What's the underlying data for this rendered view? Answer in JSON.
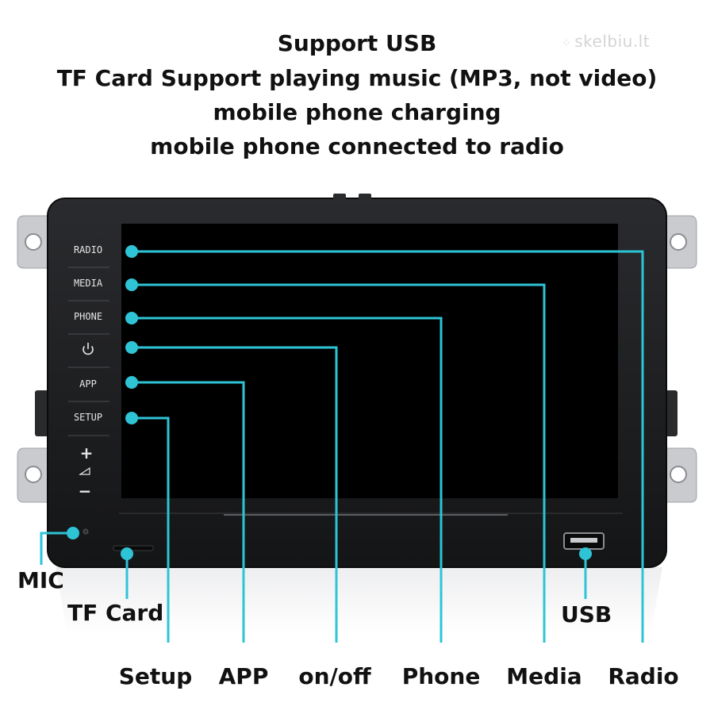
{
  "header": {
    "lines": [
      "Support USB",
      "TF Card Support playing music (MP3, not video)",
      "mobile phone charging",
      "mobile phone connected to radio"
    ]
  },
  "watermark": {
    "text": "skelbiu.lt"
  },
  "device_buttons": {
    "radio": "RADIO",
    "media": "MEDIA",
    "phone": "PHONE",
    "power_icon": "power-icon",
    "app": "APP",
    "setup": "SETUP",
    "volume_up": "+",
    "volume_down": "−"
  },
  "callouts": {
    "mic": "MIC",
    "tf_card": "TF Card",
    "usb": "USB",
    "setup": "Setup",
    "app": "APP",
    "onoff": "on/off",
    "phone": "Phone",
    "media": "Media",
    "radio": "Radio"
  },
  "colors": {
    "leader": "#2ec4d6",
    "bezel": "#1b1c1e",
    "screen": "#000000",
    "bracket": "#c9cbce"
  }
}
